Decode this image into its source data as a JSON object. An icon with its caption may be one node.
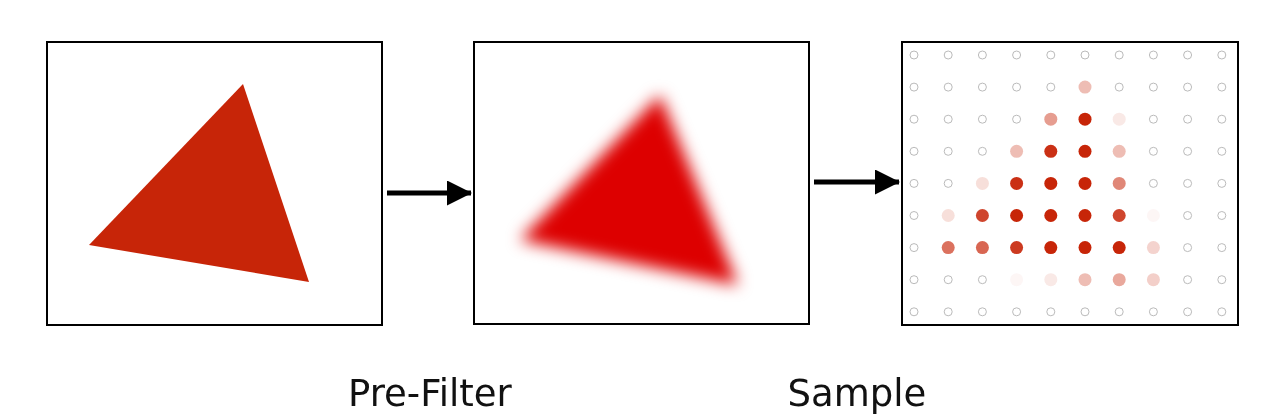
{
  "diagram": {
    "nodes": [
      {
        "text": [],
        "shape": "picture"
      },
      {
        "text": [],
        "shape": "picture"
      },
      {
        "text": [],
        "shape": "picture"
      }
    ],
    "edges": [
      {
        "from": 0,
        "to": 1,
        "arrow": "to"
      },
      {
        "from": 1,
        "to": 2,
        "arrow": "to"
      }
    ],
    "labels": [
      "Pre-Filter",
      "Sample"
    ]
  }
}
